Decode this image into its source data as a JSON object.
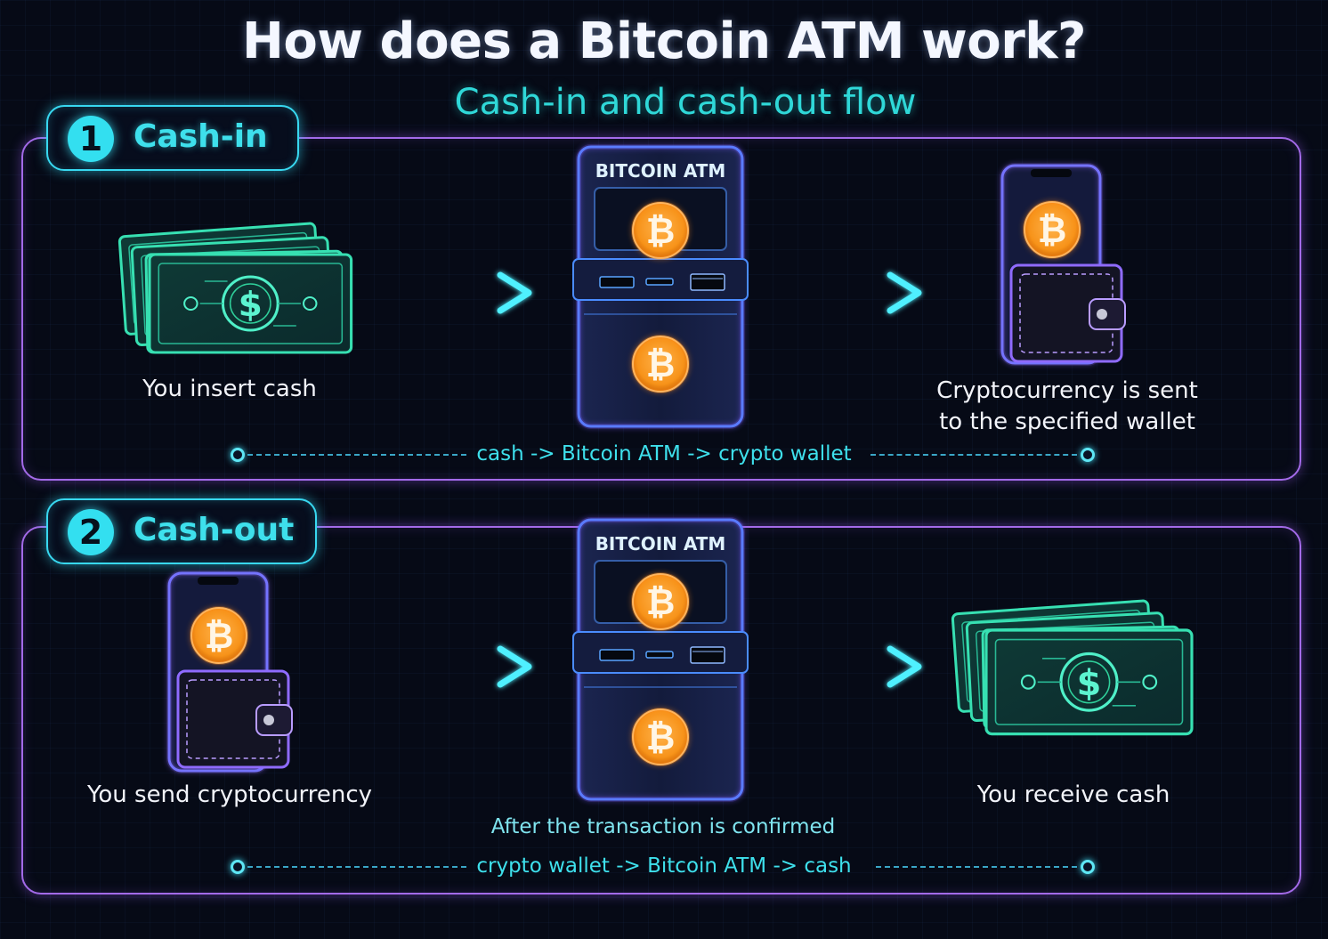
{
  "title": "How does a Bitcoin ATM work?",
  "subtitle": "Cash-in and cash-out flow",
  "colors": {
    "accent_cyan": "#3ee0ec",
    "panel_purple": "#a36ae8",
    "bitcoin_orange": "#f7931a",
    "cash_green": "#2fcf9a"
  },
  "cash_in": {
    "number": "1",
    "label": "Cash-in",
    "step1_caption": "You insert cash",
    "atm_label": "BITCOIN ATM",
    "step3_caption_line1": "Cryptocurrency is sent",
    "step3_caption_line2": "to the specified wallet",
    "flow_text": "cash -> Bitcoin ATM -> crypto wallet",
    "icons": [
      "cash-stack-icon",
      "arrow-right-icon",
      "bitcoin-atm-icon",
      "arrow-right-icon",
      "phone-wallet-icon"
    ]
  },
  "cash_out": {
    "number": "2",
    "label": "Cash-out",
    "step1_caption": "You send cryptocurrency",
    "atm_label": "BITCOIN ATM",
    "atm_note": "After the transaction is confirmed",
    "step3_caption": "You receive cash",
    "flow_text": "crypto wallet -> Bitcoin ATM -> cash",
    "icons": [
      "phone-wallet-icon",
      "arrow-right-icon",
      "bitcoin-atm-icon",
      "arrow-right-icon",
      "cash-stack-icon"
    ]
  }
}
